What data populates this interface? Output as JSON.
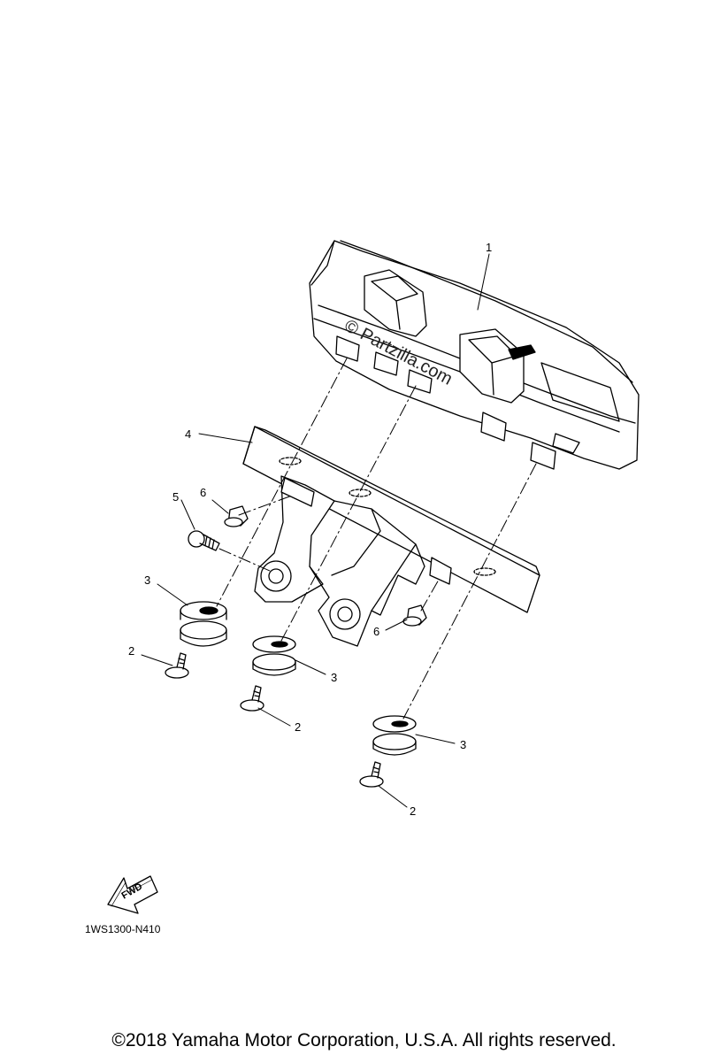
{
  "callouts": {
    "c1": "1",
    "c2a": "2",
    "c2b": "2",
    "c2c": "2",
    "c3a": "3",
    "c3b": "3",
    "c3c": "3",
    "c4": "4",
    "c5": "5",
    "c6a": "6",
    "c6b": "6"
  },
  "watermark": "© Partzilla.com",
  "fwd_label": "FWD",
  "diagram_code": "1WS1300-N410",
  "copyright": "©2018 Yamaha Motor Corporation, U.S.A. All rights reserved."
}
